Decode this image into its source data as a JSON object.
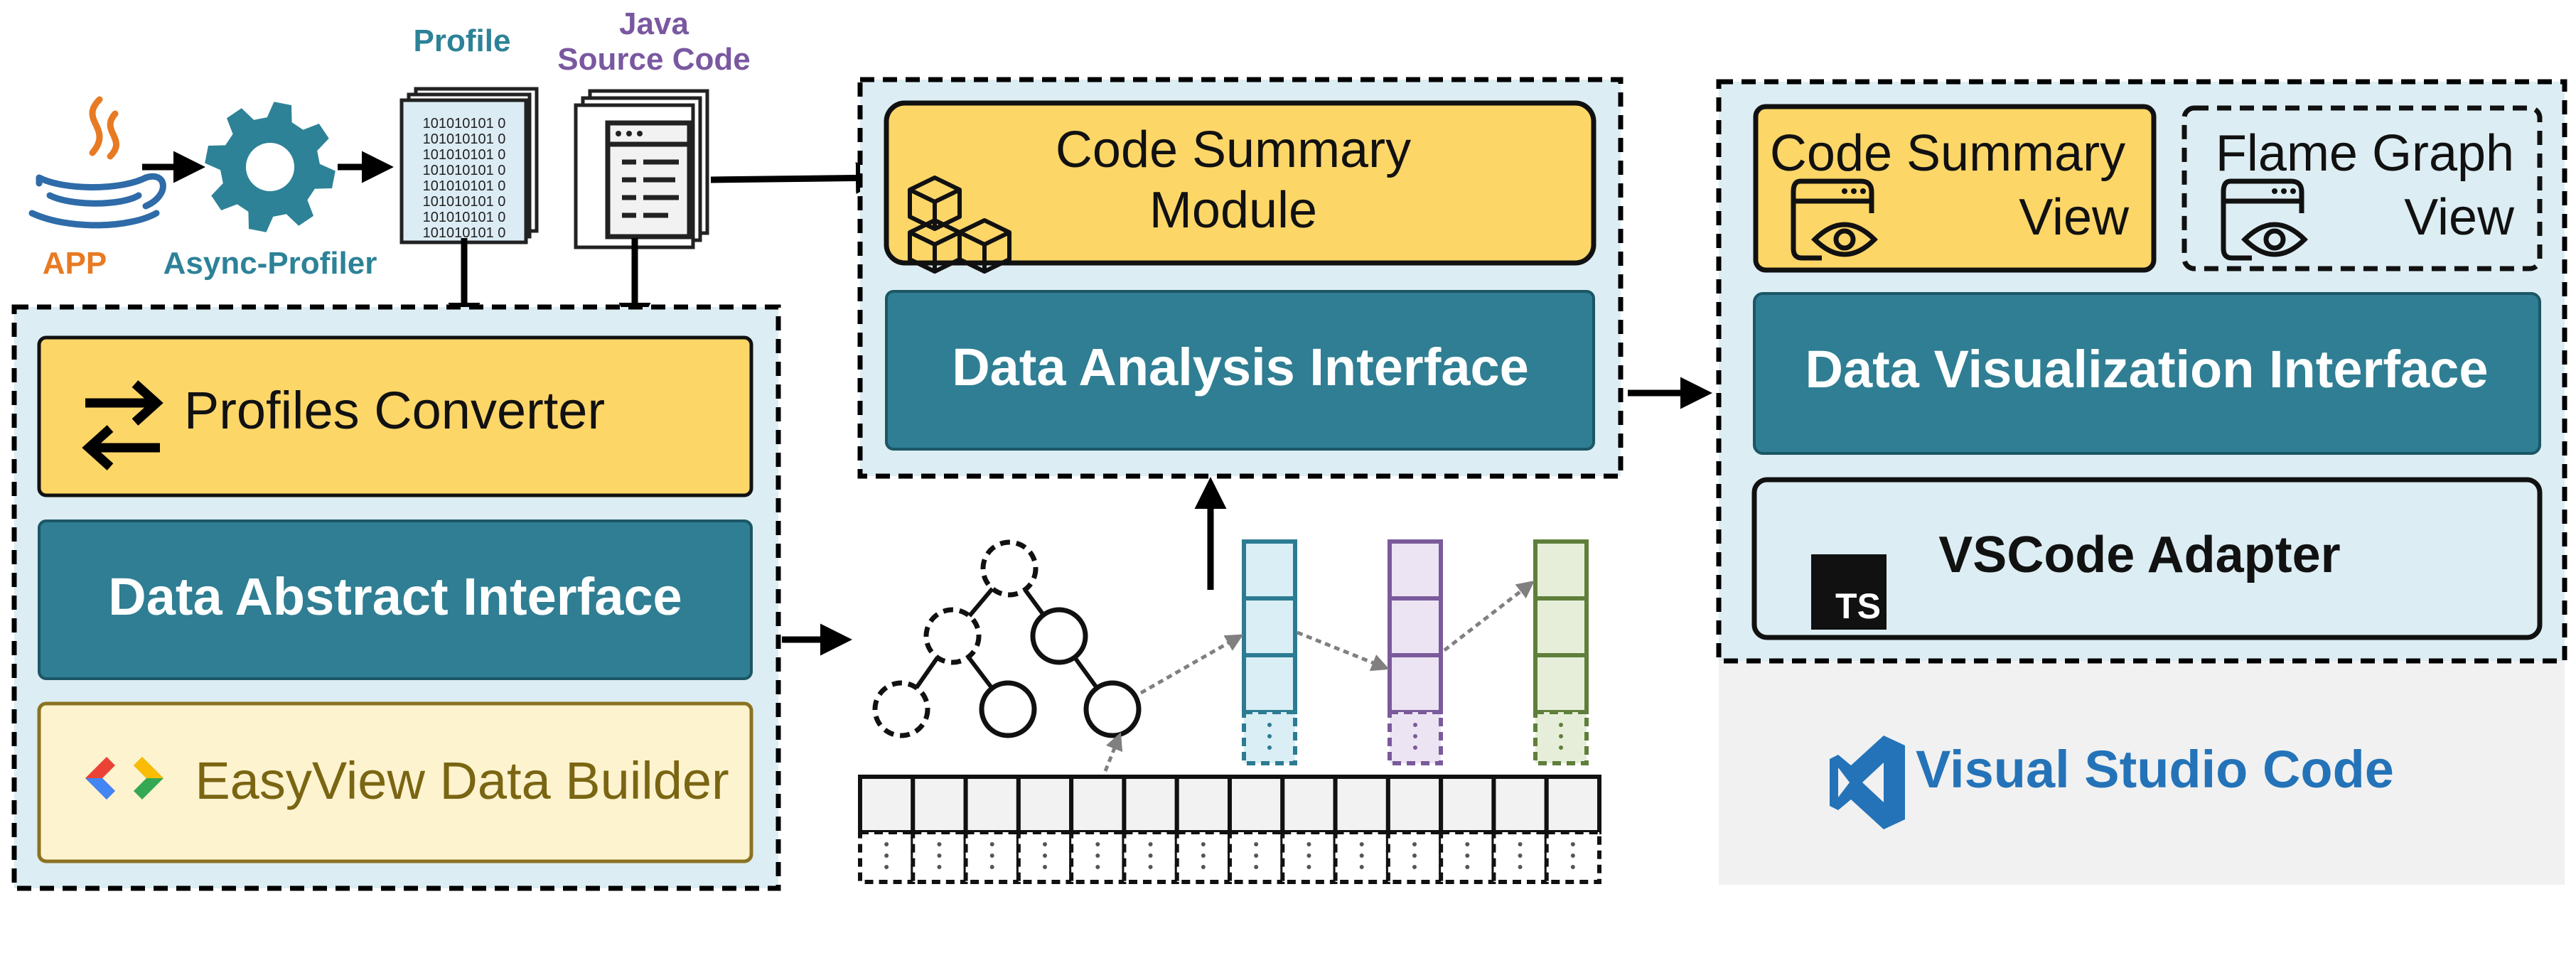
{
  "inputs": {
    "app_label": "APP",
    "profiler_label": "Async-Profiler",
    "profile_label": "Profile",
    "source_label_line1": "Java",
    "source_label_line2": "Source Code",
    "profile_file_lines": [
      "101010101 0",
      "101010101 0",
      "101010101 0",
      "101010101 0",
      "101010101 0",
      "101010101 0",
      "101010101 0",
      "101010101 0"
    ]
  },
  "left_group": {
    "converter_label": "Profiles Converter",
    "abstract_label": "Data Abstract Interface",
    "builder_label": "EasyView Data Builder"
  },
  "middle_group": {
    "summary_line1": "Code Summary",
    "summary_line2": "Module",
    "analysis_label": "Data Analysis Interface"
  },
  "right_group": {
    "summary_view_line1": "Code Summary",
    "summary_view_line2": "View",
    "flame_view_line1": "Flame Graph",
    "flame_view_line2": "View",
    "visualization_label": "Data Visualization Interface",
    "adapter_label": "VSCode Adapter",
    "ts_badge": "TS",
    "vscode_label": "Visual Studio Code"
  },
  "data_structures": {
    "tree_nodes": 6,
    "array_cells": 14,
    "columns": [
      {
        "color": "#2c7b93",
        "fill": "#d9eef5"
      },
      {
        "color": "#7b5a9b",
        "fill": "#ece4f3"
      },
      {
        "color": "#5f7f3a",
        "fill": "#e6eed9"
      }
    ]
  },
  "colors": {
    "yellow": "#fdd668",
    "teal": "#2f7e93",
    "light_blue": "#dcedf3",
    "cream": "#fdf3cf",
    "builder_text": "#7a6512",
    "app_orange": "#e87a22",
    "profiler_teal": "#2d8297",
    "source_purple": "#7a58a0",
    "vscode_blue": "#2473b8",
    "vscode_panel": "#f1f1f1"
  }
}
